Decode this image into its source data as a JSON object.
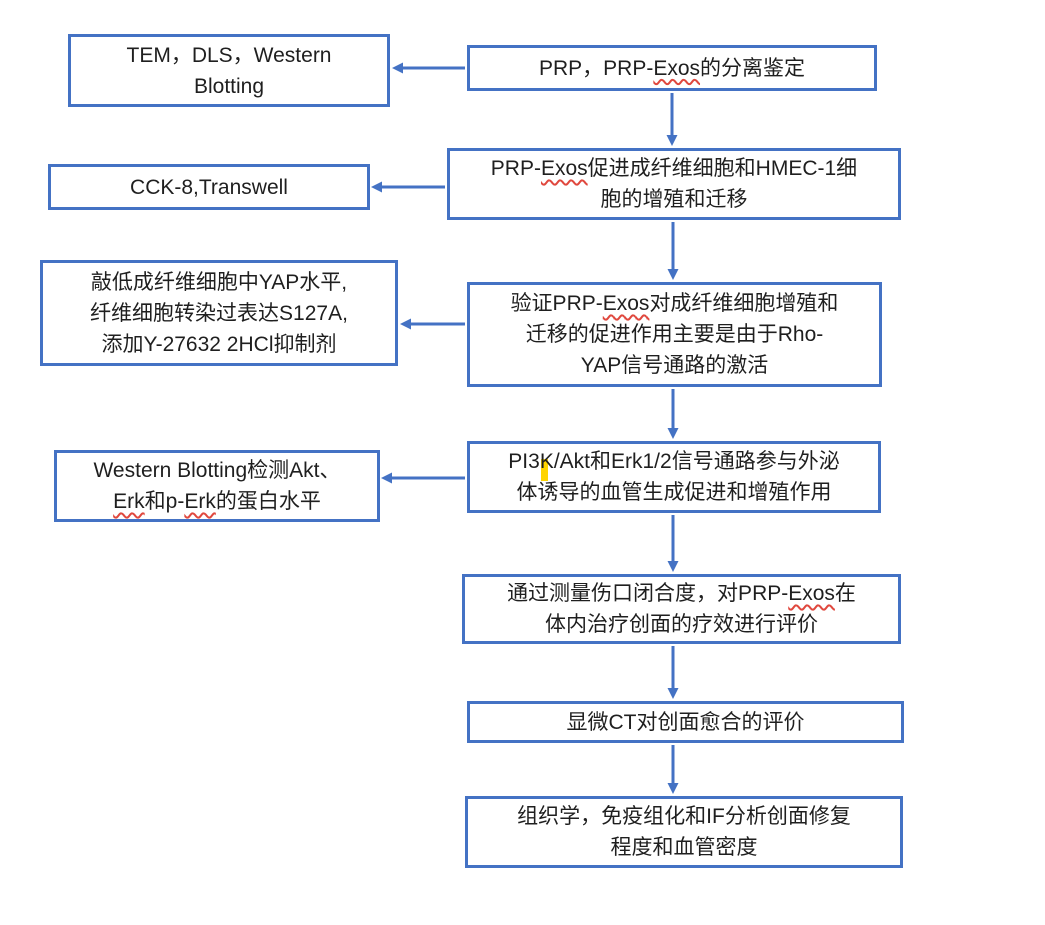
{
  "diagram": {
    "colors": {
      "box_border": "#4472c4",
      "arrow": "#4472c4",
      "text": "#1f1f1f",
      "squiggle": "#e0483e",
      "highlight": "#ffd400"
    },
    "boxes": [
      {
        "id": "prp-isolation",
        "text": "PRP，PRP-Exos的分离鉴定",
        "lines": [
          {
            "segs": [
              {
                "t": "PRP，PRP-"
              },
              {
                "t": "Exos",
                "mark": "squiggle"
              },
              {
                "t": "的分离鉴定"
              }
            ]
          }
        ]
      },
      {
        "id": "tem-dls-wb",
        "text": "TEM，DLS，Western Blotting",
        "lines": [
          {
            "segs": [
              {
                "t": "TEM，DLS，Western"
              }
            ]
          },
          {
            "segs": [
              {
                "t": "Blotting"
              }
            ]
          }
        ]
      },
      {
        "id": "exos-proliferation-migration",
        "text": "PRP-Exos促进成纤维细胞和HMEC-1细胞的增殖和迁移",
        "lines": [
          {
            "segs": [
              {
                "t": "PRP-"
              },
              {
                "t": "Exos",
                "mark": "squiggle"
              },
              {
                "t": "促进成纤维细胞和HMEC-1细"
              }
            ]
          },
          {
            "segs": [
              {
                "t": "胞的增殖和迁移"
              }
            ]
          }
        ]
      },
      {
        "id": "cck8-transwell",
        "text": "CCK-8,Transwell",
        "lines": [
          {
            "segs": [
              {
                "t": "CCK-8,Transwell"
              }
            ]
          }
        ]
      },
      {
        "id": "rho-yap-pathway",
        "text": "验证PRP-Exos对成纤维细胞增殖和迁移的促进作用主要是由于Rho-YAP信号通路的激活",
        "lines": [
          {
            "segs": [
              {
                "t": "验证PRP-"
              },
              {
                "t": "Exos",
                "mark": "squiggle"
              },
              {
                "t": "对成纤维细胞增殖和"
              }
            ]
          },
          {
            "segs": [
              {
                "t": "迁移的促进作用主要是由于Rho-"
              }
            ]
          },
          {
            "segs": [
              {
                "t": "YAP信号通路的激活"
              }
            ]
          }
        ]
      },
      {
        "id": "yap-knockdown",
        "text": "敲低成纤维细胞中YAP水平,纤维细胞转染过表达S127A,添加Y-27632 2HCl抑制剂",
        "lines": [
          {
            "segs": [
              {
                "t": "敲低成纤维细胞中YAP水平,"
              }
            ]
          },
          {
            "segs": [
              {
                "t": "纤维细胞转染过表达S127A,"
              }
            ]
          },
          {
            "segs": [
              {
                "t": "添加Y-27632 2HCl抑制剂"
              }
            ]
          }
        ]
      },
      {
        "id": "pi3k-erk-pathway",
        "text": "PI3K/Akt和Erk1/2信号通路参与外泌体诱导的血管生成促进和增殖作用",
        "lines": [
          {
            "segs": [
              {
                "t": "PI3"
              },
              {
                "t": "K",
                "mark": "yellow"
              },
              {
                "t": "/Akt和Erk1/2信号通路参与外泌"
              }
            ]
          },
          {
            "segs": [
              {
                "t": "体诱导的血管生成促进和增殖作用"
              }
            ]
          }
        ]
      },
      {
        "id": "western-akt-erk",
        "text": "Western Blotting检测Akt、Erk和p-Erk的蛋白水平",
        "lines": [
          {
            "segs": [
              {
                "t": "Western Blotting检测Akt、"
              }
            ]
          },
          {
            "segs": [
              {
                "t": "Erk",
                "mark": "squiggle"
              },
              {
                "t": "和p-"
              },
              {
                "t": "Erk",
                "mark": "squiggle"
              },
              {
                "t": "的蛋白水平"
              }
            ]
          }
        ]
      },
      {
        "id": "wound-closure-eval",
        "text": "通过测量伤口闭合度，对PRP-Exos在体内治疗创面的疗效进行评价",
        "lines": [
          {
            "segs": [
              {
                "t": "通过测量伤口闭合度，对PRP-"
              },
              {
                "t": "Exos",
                "mark": "squiggle"
              },
              {
                "t": "在"
              }
            ]
          },
          {
            "segs": [
              {
                "t": "体内治疗创面的疗效进行评价"
              }
            ]
          }
        ]
      },
      {
        "id": "micro-ct-eval",
        "text": "显微CT对创面愈合的评价",
        "lines": [
          {
            "segs": [
              {
                "t": "显微CT对创面愈合的评价"
              }
            ]
          }
        ]
      },
      {
        "id": "histology-if",
        "text": "组织学，免疫组化和IF分析创面修复程度和血管密度",
        "lines": [
          {
            "segs": [
              {
                "t": "组织学，免疫组化和IF分析创面修复"
              }
            ]
          },
          {
            "segs": [
              {
                "t": "程度和血管密度"
              }
            ]
          }
        ]
      }
    ],
    "edges": [
      {
        "from": "prp-isolation",
        "to": "tem-dls-wb"
      },
      {
        "from": "prp-isolation",
        "to": "exos-proliferation-migration"
      },
      {
        "from": "exos-proliferation-migration",
        "to": "cck8-transwell"
      },
      {
        "from": "exos-proliferation-migration",
        "to": "rho-yap-pathway"
      },
      {
        "from": "rho-yap-pathway",
        "to": "yap-knockdown"
      },
      {
        "from": "rho-yap-pathway",
        "to": "pi3k-erk-pathway"
      },
      {
        "from": "pi3k-erk-pathway",
        "to": "western-akt-erk"
      },
      {
        "from": "pi3k-erk-pathway",
        "to": "wound-closure-eval"
      },
      {
        "from": "wound-closure-eval",
        "to": "micro-ct-eval"
      },
      {
        "from": "micro-ct-eval",
        "to": "histology-if"
      }
    ]
  }
}
